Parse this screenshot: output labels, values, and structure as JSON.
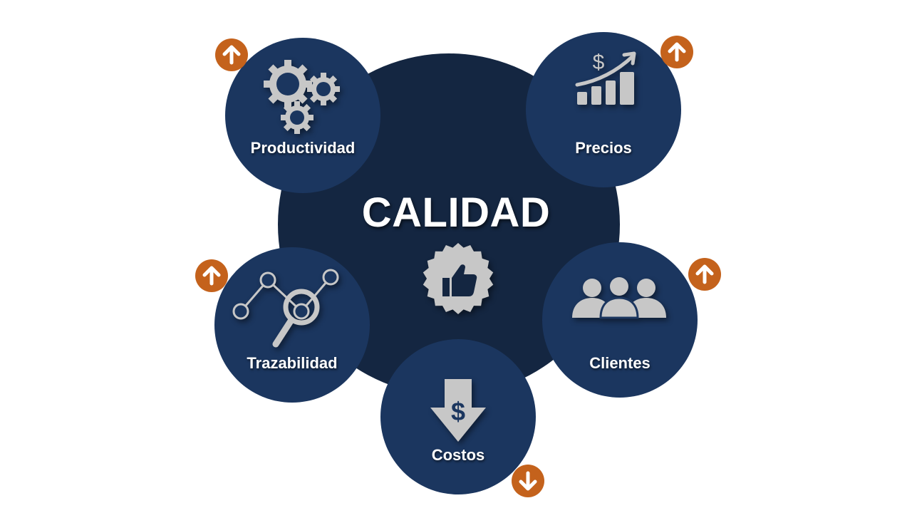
{
  "diagram": {
    "center": {
      "title": "CALIDAD",
      "icon": "thumbs-up-seal-icon"
    },
    "nodes": [
      {
        "id": "productividad",
        "label": "Productividad",
        "icon": "gears-icon",
        "trend": "up"
      },
      {
        "id": "precios",
        "label": "Precios",
        "icon": "rising-bar-chart-dollar-icon",
        "trend": "up"
      },
      {
        "id": "trazabilidad",
        "label": "Trazabilidad",
        "icon": "network-magnifier-icon",
        "trend": "up"
      },
      {
        "id": "clientes",
        "label": "Clientes",
        "icon": "people-group-icon",
        "trend": "up"
      },
      {
        "id": "costos",
        "label": "Costos",
        "icon": "dollar-down-arrow-icon",
        "trend": "down"
      }
    ]
  },
  "colors": {
    "center_fill": "#142641",
    "node_fill": "#1b365f",
    "icon_gray": "#c7c7c7",
    "trend_badge": "#c4621c",
    "text": "#ffffff"
  }
}
